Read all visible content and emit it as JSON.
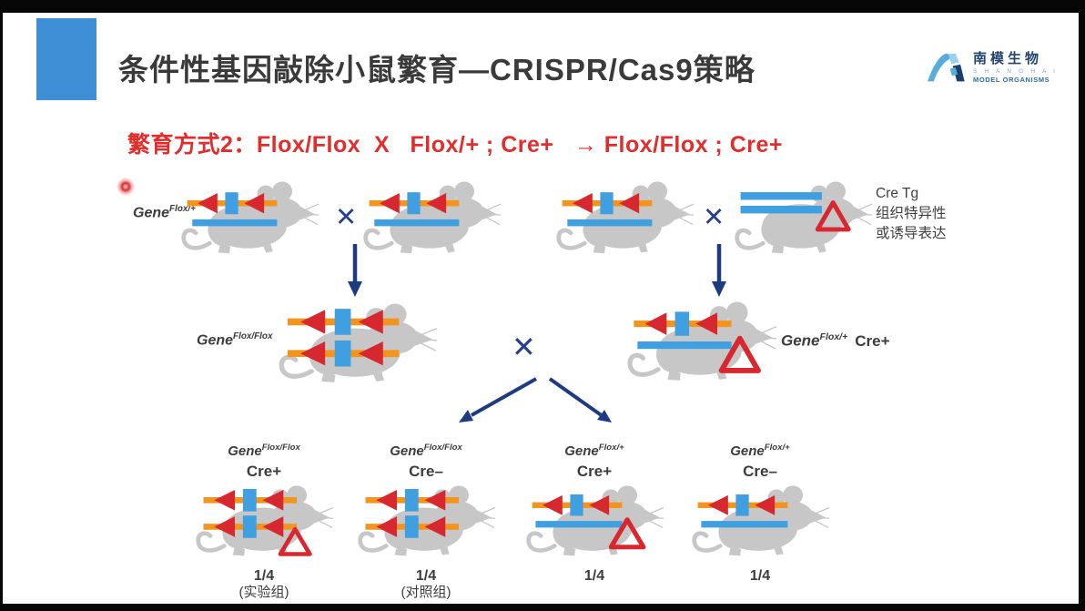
{
  "slide": {
    "title": "条件性基因敲除小鼠繁育—CRISPR/Cas9策略",
    "logo": {
      "name_cn": "南模生物",
      "name_en_top": "S H A N G H A I",
      "name_en_bottom": "MODEL ORGANISMS"
    },
    "subtitle": "繁育方式2：Flox/Flox  X   Flox/+ ; Cre+   → Flox/Flox ; Cre+",
    "cross_symbol": "✕",
    "parents": {
      "p1": {
        "base": "Gene",
        "sup": "Flox/+"
      },
      "cre_note": [
        "Cre Tg",
        "组织特异性",
        "或诱导表达"
      ]
    },
    "f1": {
      "left": {
        "base": "Gene",
        "sup": "Flox/Flox"
      },
      "right": {
        "base": "Gene",
        "sup": "Flox/+",
        "cre": "Cre+"
      }
    },
    "offspring": [
      {
        "base": "Gene",
        "sup": "Flox/Flox",
        "cre": "Cre+",
        "fraction": "1/4",
        "group": "(实验组)"
      },
      {
        "base": "Gene",
        "sup": "Flox/Flox",
        "cre": "Cre–",
        "fraction": "1/4",
        "group": "(对照组)"
      },
      {
        "base": "Gene",
        "sup": "Flox/+",
        "cre": "Cre+",
        "fraction": "1/4",
        "group": ""
      },
      {
        "base": "Gene",
        "sup": "Flox/+",
        "cre": "Cre–",
        "fraction": "1/4",
        "group": ""
      }
    ],
    "colors": {
      "accent_blue": "#3E8FD6",
      "subtitle_red": "#E12D2C",
      "arrow_navy": "#1F3B80",
      "cross_navy": "#24408E",
      "construct_orange": "#F2951F",
      "loxp_red": "#D7282F",
      "exon_blue": "#3F9FE0",
      "mouse_gray": "#C7C7C7",
      "title_gray": "#3A3A3A"
    }
  }
}
